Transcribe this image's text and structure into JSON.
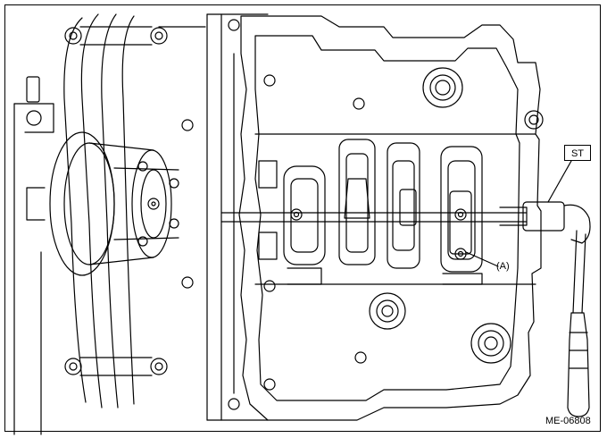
{
  "labels": {
    "st": "ST",
    "a": "(A)",
    "figure_id": "ME-06808"
  },
  "colors": {
    "line": "#000000",
    "background": "#ffffff"
  }
}
